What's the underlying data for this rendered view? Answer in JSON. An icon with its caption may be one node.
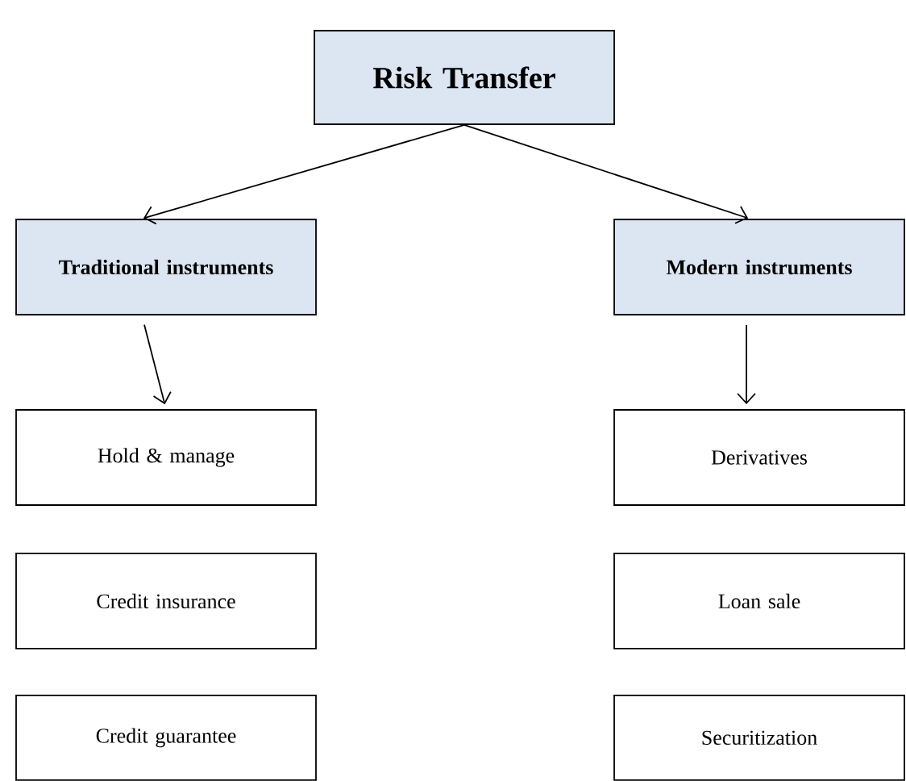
{
  "diagram": {
    "nodes": [
      {
        "text": [
          "Risk Transfer"
        ]
      },
      {
        "text": [
          "Traditional instruments"
        ]
      },
      {
        "text": [
          "Modern instruments"
        ]
      },
      {
        "text": [
          "Hold & manage"
        ]
      },
      {
        "text": [
          "Credit insurance"
        ]
      },
      {
        "text": [
          "Credit guarantee"
        ]
      },
      {
        "text": [
          "Derivatives"
        ]
      },
      {
        "text": [
          "Loan sale"
        ]
      },
      {
        "text": [
          "Securitization"
        ]
      }
    ],
    "edges": [
      {
        "from": 0,
        "to": 1,
        "arrow": "to"
      },
      {
        "from": 0,
        "to": 2,
        "arrow": "to"
      },
      {
        "from": 1,
        "to": 3,
        "arrow": "to"
      },
      {
        "from": 2,
        "to": 6,
        "arrow": "to"
      }
    ]
  }
}
